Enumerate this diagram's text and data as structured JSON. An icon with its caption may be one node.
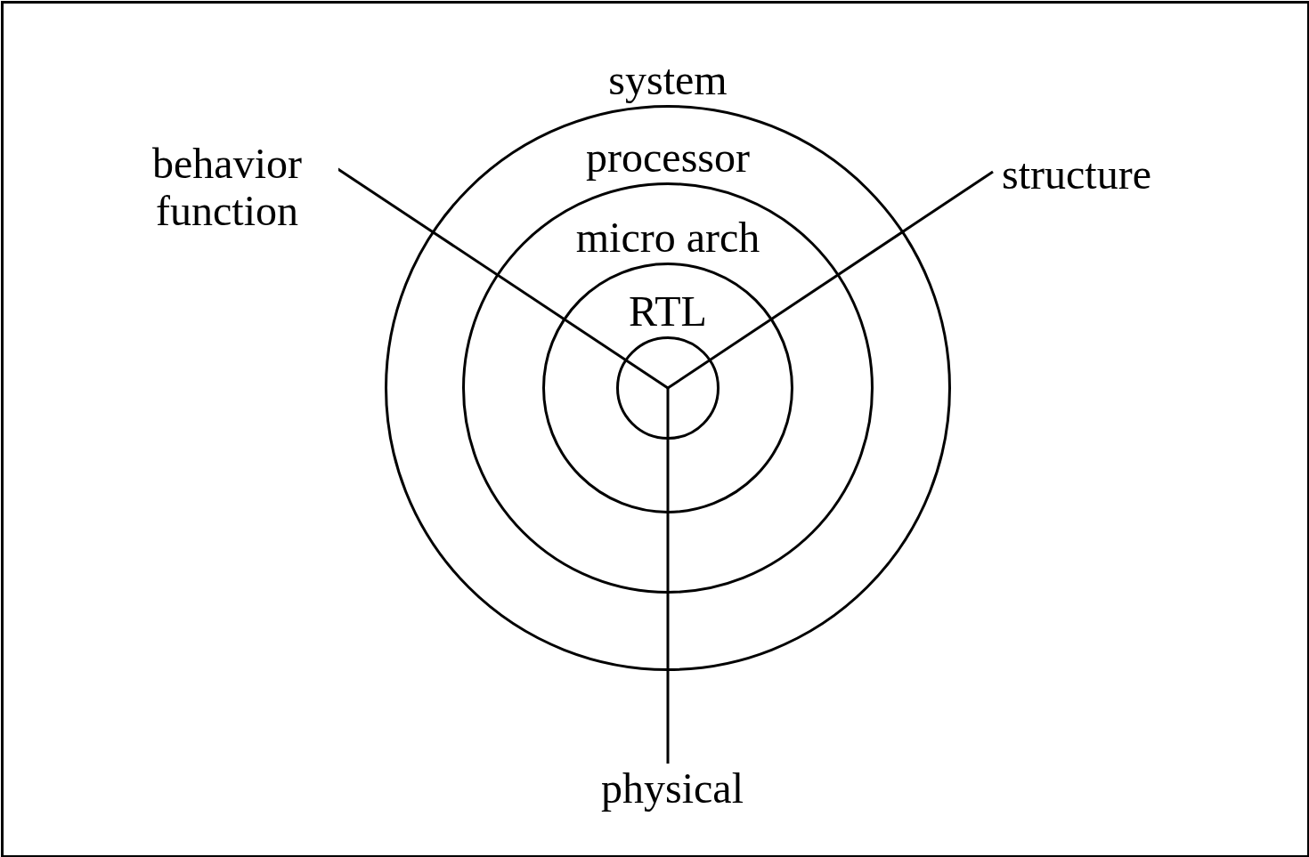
{
  "diagram": {
    "nodes": [
      {
        "text": [
          "system"
        ]
      },
      {
        "text": [
          "processor"
        ],
        "in": 0
      },
      {
        "text": [
          "micro arch"
        ],
        "in": 1
      },
      {
        "text": [
          "RTL"
        ],
        "in": 2
      }
    ],
    "edges": [],
    "labels": [
      "behavior function",
      "structure",
      "physical"
    ]
  }
}
